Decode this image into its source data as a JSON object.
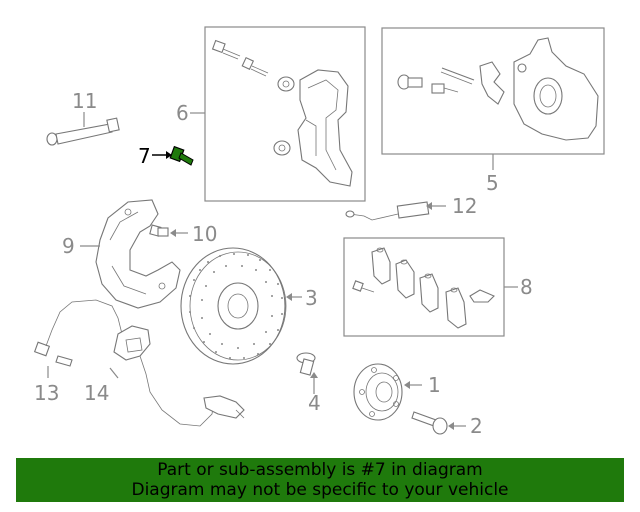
{
  "callouts": {
    "c1": "1",
    "c2": "2",
    "c3": "3",
    "c4": "4",
    "c5": "5",
    "c6": "6",
    "c7": "7",
    "c8": "8",
    "c9": "9",
    "c10": "10",
    "c11": "11",
    "c12": "12",
    "c13": "13",
    "c14": "14"
  },
  "highlight_callout": "7",
  "banner": {
    "line1": "Part or sub-assembly is #7 in diagram",
    "line2": "Diagram may not be specific to your vehicle"
  },
  "colors": {
    "banner_background": "#1f7a0c",
    "highlight_part": "#1f7a0c",
    "line_gray": "#8a8a8a"
  }
}
